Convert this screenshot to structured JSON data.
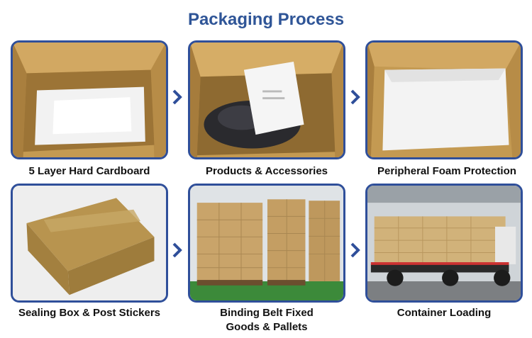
{
  "title": "Packaging Process",
  "accent_color": "#2f4f9a",
  "steps": [
    {
      "label": "5 Layer Hard Cardboard",
      "image": "open-box-with-foam-lining"
    },
    {
      "label": "Products & Accessories",
      "image": "open-box-with-products-and-documents"
    },
    {
      "label": "Peripheral Foam Protection",
      "image": "open-box-with-foam-top"
    },
    {
      "label": "Sealing Box & Post Stickers",
      "image": "sealed-taped-box"
    },
    {
      "label_line1": "Binding Belt Fixed",
      "label_line2": "Goods & Pallets",
      "image": "boxes-stacked-on-pallets"
    },
    {
      "label": "Container Loading",
      "image": "truck-loaded-with-boxes"
    }
  ],
  "arrow_icon": "chevron-right-icon"
}
